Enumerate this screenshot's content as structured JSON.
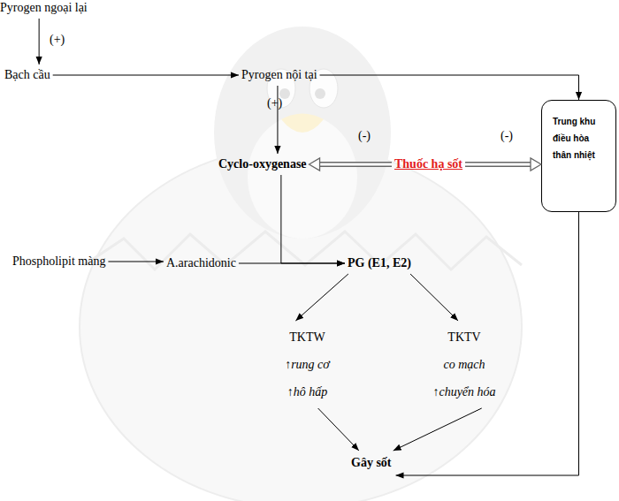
{
  "diagram": {
    "nodes": [
      {
        "text": [
          "Pyrogen ngoại lại"
        ]
      },
      {
        "text": [
          "Bạch cầu"
        ]
      },
      {
        "text": [
          "Pyrogen nội tại"
        ]
      },
      {
        "text": [
          "Trung khu điều hòa thân nhiệt"
        ]
      },
      {
        "text": [
          "Cyclo-oxygenase"
        ]
      },
      {
        "text": [
          "Thuốc hạ sốt"
        ]
      },
      {
        "text": [
          "Phospholipit màng"
        ]
      },
      {
        "text": [
          "A.arachidonic"
        ]
      },
      {
        "text": [
          "PG (E1, E2)"
        ]
      },
      {
        "text": [
          "TKTW",
          "↑rung cơ",
          "↑hô hấp"
        ]
      },
      {
        "text": [
          "TKTV",
          "co mạch",
          "↑chuyển hóa"
        ]
      },
      {
        "text": [
          "Gây sốt"
        ]
      }
    ],
    "edges": [
      {
        "from": 0,
        "to": 1,
        "arrow": "to",
        "label": "(+)"
      },
      {
        "from": 1,
        "to": 2,
        "arrow": "to"
      },
      {
        "from": 2,
        "to": 3,
        "arrow": "to"
      },
      {
        "from": 2,
        "to": 4,
        "arrow": "to",
        "label": "(+)"
      },
      {
        "from": 5,
        "to": 4,
        "arrow": "to",
        "label": "(-)"
      },
      {
        "from": 5,
        "to": 3,
        "arrow": "to",
        "label": "(-)"
      },
      {
        "from": 6,
        "to": 7,
        "arrow": "to"
      },
      {
        "from": 7,
        "to": 8,
        "arrow": "to"
      },
      {
        "from": 4,
        "to": 8,
        "arrow": "to"
      },
      {
        "from": 8,
        "to": 9,
        "arrow": "to"
      },
      {
        "from": 8,
        "to": 10,
        "arrow": "to"
      },
      {
        "from": 9,
        "to": 11,
        "arrow": "to"
      },
      {
        "from": 10,
        "to": 11,
        "arrow": "to"
      },
      {
        "from": 3,
        "to": 11,
        "arrow": "to"
      }
    ]
  }
}
